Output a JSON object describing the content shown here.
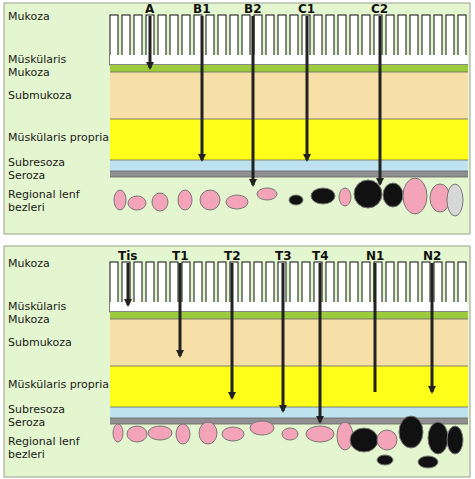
{
  "diagram": {
    "labels": [
      "Mukoza",
      "Müskülaris Mukoza",
      "Submukoza",
      "Müskülaris propria",
      "Subresoza",
      "Seroza",
      "Regional lenf bezleri",
      "A",
      "B1",
      "B2",
      "C1",
      "C2",
      "Mukoza",
      "Müskülaris Mukoza",
      "Submukoza",
      "Müskülaris propria",
      "Subresoza",
      "Seroza",
      "Regional lenf bezleri",
      "Tis",
      "T1",
      "T2",
      "T3",
      "T4",
      "N1",
      "N2"
    ]
  }
}
